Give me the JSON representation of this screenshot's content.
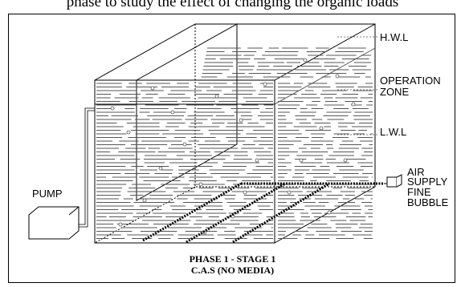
{
  "header_text": "phase to study the effect of changing the organic loads",
  "labels": {
    "hwl": "H.W.L",
    "operation_zone_1": "OPERATION",
    "operation_zone_2": "ZONE",
    "lwl": "L.W.L",
    "pump": "PUMP",
    "air_1": "AIR",
    "air_2": "SUPPLY",
    "air_3": "FINE",
    "air_4": "BUBBLE"
  },
  "caption": {
    "line1": "PHASE 1 - STAGE 1",
    "line2": "C.A.S (NO MEDIA)"
  }
}
